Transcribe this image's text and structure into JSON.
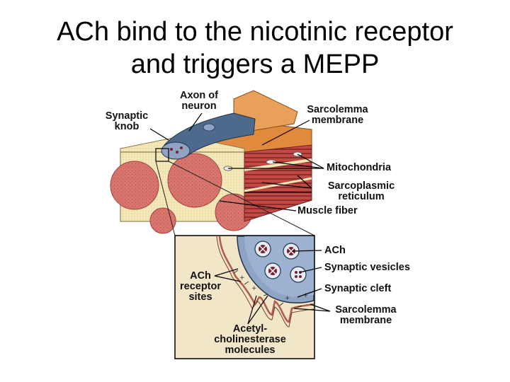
{
  "title": {
    "line1": "ACh bind to the nicotinic receptor",
    "line2": "and triggers a MEPP"
  },
  "labels": {
    "axon_of_neuron": [
      "Axon of",
      "neuron"
    ],
    "synaptic_knob": [
      "Synaptic",
      "knob"
    ],
    "sarcolemma_membrane_top": [
      "Sarcolemma",
      "membrane"
    ],
    "mitochondria": "Mitochondria",
    "sarcoplasmic_reticulum": [
      "Sarcoplasmic",
      "reticulum"
    ],
    "muscle_fiber": "Muscle fiber",
    "ach": "ACh",
    "synaptic_vesicles": "Synaptic vesicles",
    "synaptic_cleft": "Synaptic cleft",
    "sarcolemma_membrane_inset": [
      "Sarcolemma",
      "membrane"
    ],
    "ach_receptor_sites": [
      "ACh",
      "receptor",
      "sites"
    ],
    "acetylcholinesterase_molecules": [
      "Acetyl-",
      "cholinesterase",
      "molecules"
    ]
  },
  "colors": {
    "muscle_red": "#d9776f",
    "muscle_stipple": "#c45a55",
    "connective_tissue": "#f4e7b8",
    "sarcolemma_orange": "#d8752e",
    "axon_blue": "#4d6a8c",
    "knob_blue": "#8fa4c4",
    "cleft_tan": "#f2e6c8",
    "vesicle_core": "#7a2030"
  }
}
